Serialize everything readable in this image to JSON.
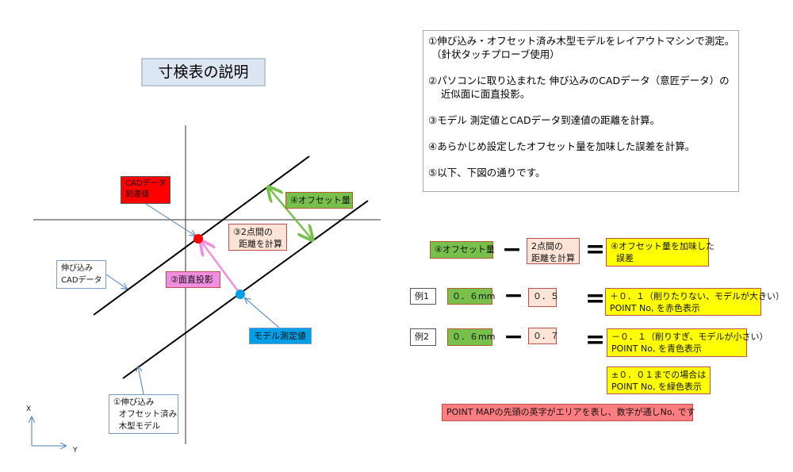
{
  "title": "寸検表の説明",
  "steps": [
    "①伸び込み・オフセット済み木型モデルをレイアウトマシンで測定。\n （針状タッチプローブ使用）",
    "②パソコンに取り込まれた 伸び込みのCADデータ（意匠データ）の\n    近似面に面直投影。",
    "③モデル 測定値とCADデータ到達値の距離を計算。",
    "④あらかじめ設定したオフセット量を加味した誤差を計算。",
    "⑤以下、下図の通りです。"
  ],
  "diagram": {
    "cad_reach": "CADデータ\n到達値",
    "offset": "④オフセット量",
    "distance": "③2点間の\n  距離を計算",
    "cad_data": "伸び込み\nCADデータ",
    "projection": "②面直投影",
    "model_measure": "モデル測定値",
    "wood_model": "①伸び込み\n  オフセット済み\n  木型モデル",
    "axis_x": "X",
    "axis_y": "Y"
  },
  "formula": {
    "offset": "④オフセット量",
    "minus": "−",
    "distance": "2点間の\n距離を計算",
    "equals": "=",
    "result": "④オフセット量を加味した\n  誤差"
  },
  "examples": [
    {
      "label": "例1",
      "offset": "０．６mm",
      "distance": "０．５",
      "result": "＋０．１（削りたりない、モデルが大きい）\nPOINT No, を赤色表示"
    },
    {
      "label": "例2",
      "offset": "０．６mm",
      "distance": "０．７",
      "result": "－０．１（削りすぎ、モデルが小さい）\nPOINT No, を青色表示"
    }
  ],
  "green_note": "±０．０１までの場合は\nPOINT No, を緑色表示",
  "map_note": "POINT MAPの先頭の英字がエリアを表し、数字が通しNo, です",
  "colors": {
    "red": "#ff0000",
    "blue": "#00a0e8",
    "green": "#77c04b",
    "pink": "#f08ee0",
    "yellow": "#ffff00"
  }
}
